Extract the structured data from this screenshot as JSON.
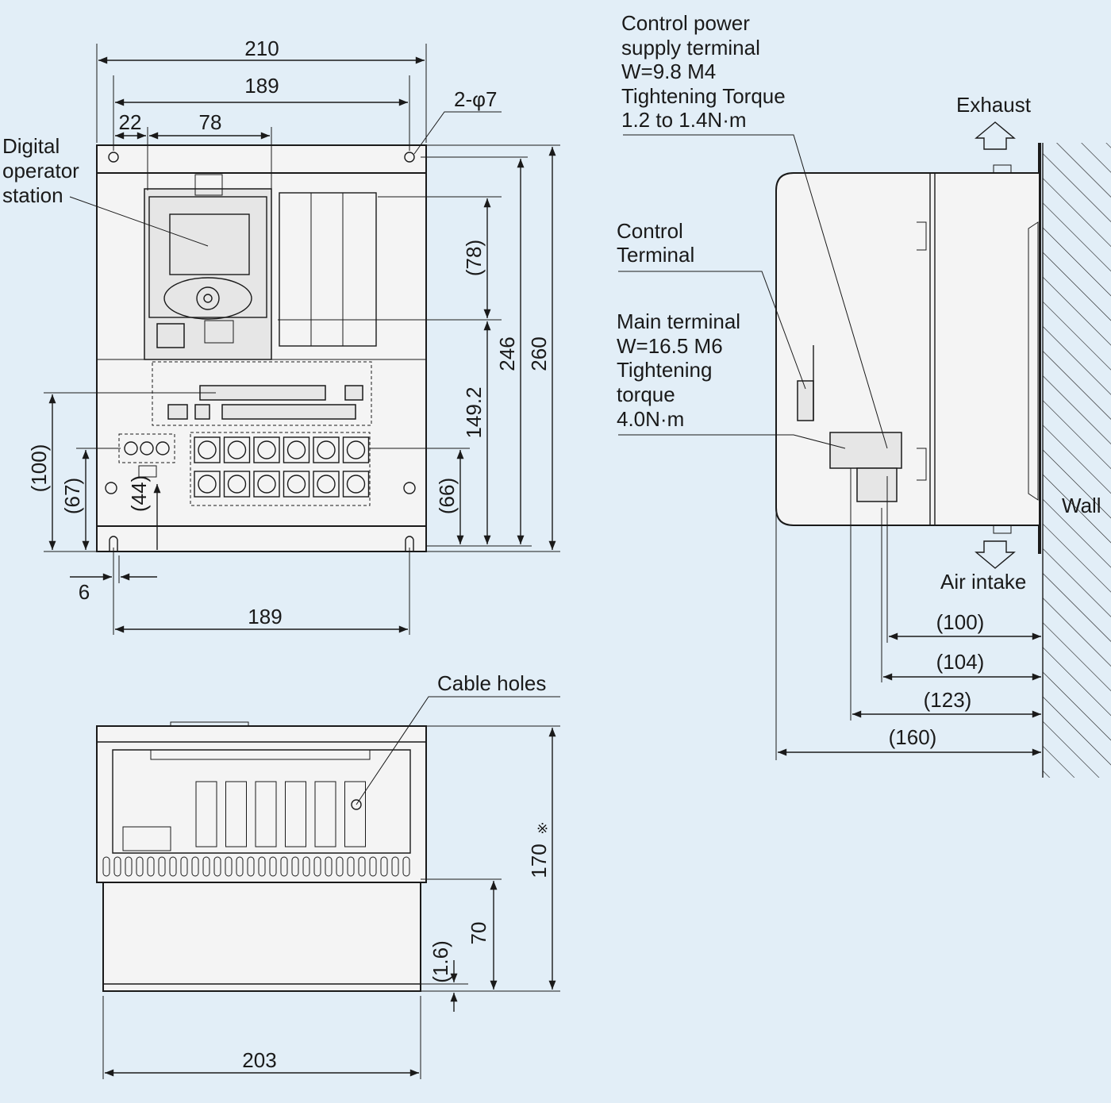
{
  "front_view": {
    "dim_width_overall": "210",
    "dim_hole_pitch_top": "189",
    "dim_offset_left": "22",
    "dim_operator_width": "78",
    "dim_mount_holes": "2-φ7",
    "label_operator": [
      "Digital",
      "operator",
      "station"
    ],
    "dim_78": "(78)",
    "dim_246": "246",
    "dim_260": "260",
    "dim_149_2": "149.2",
    "dim_100": "(100)",
    "dim_67": "(67)",
    "dim_44": "(44)",
    "dim_66": "(66)",
    "dim_6": "6",
    "dim_hole_pitch_bottom": "189"
  },
  "bottom_view": {
    "label_cable_holes": "Cable holes",
    "dim_170": "170",
    "dim_170_mark": "※",
    "dim_70": "70",
    "dim_1_6": "(1.6)",
    "dim_203": "203"
  },
  "side_view": {
    "label_control_power": [
      "Control power",
      "supply terminal",
      "W=9.8 M4",
      "Tightening Torque",
      "1.2 to 1.4N·m"
    ],
    "label_exhaust": "Exhaust",
    "label_control_terminal": [
      "Control",
      "Terminal"
    ],
    "label_main_terminal": [
      "Main terminal",
      "W=16.5 M6",
      "Tightening",
      "torque",
      "4.0N·m"
    ],
    "label_wall": "Wall",
    "label_air_intake": "Air intake",
    "dim_100": "(100)",
    "dim_104": "(104)",
    "dim_123": "(123)",
    "dim_160": "(160)"
  }
}
